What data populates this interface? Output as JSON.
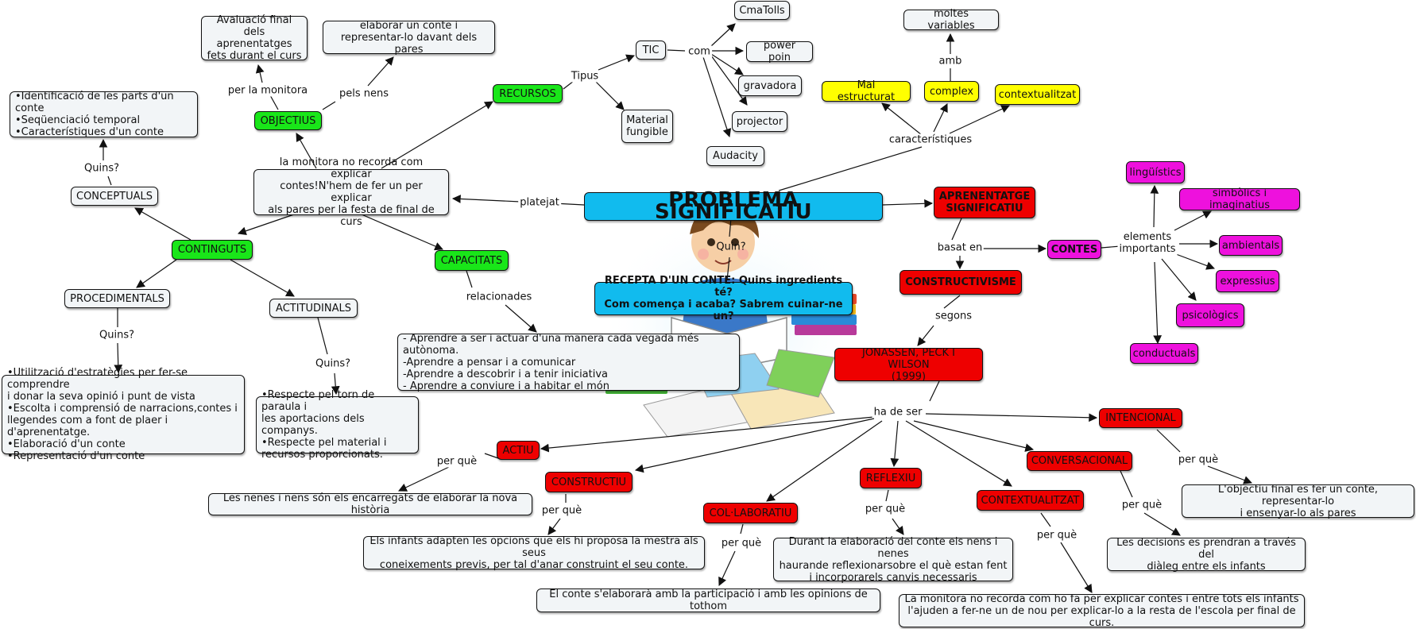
{
  "central": {
    "title": "PROBLEMA SIGNIFICATIU"
  },
  "top_left": {
    "situation": "la monitora no recorda com explicar\ncontes!N'hem de fer un per explicar\nals pares per la festa de final de curs",
    "link_platejat": "platejat",
    "objectius": {
      "label": "OBJECTIUS",
      "link_monitora": "per la monitora",
      "link_nens": "pels nens",
      "avaluacio": "Avaluació final dels\naprenentatges\nfets durant el curs",
      "elaborar": "elaborar un conte i\nrepresentar-lo davant dels pares"
    },
    "recursos": {
      "label": "RECURSOS",
      "link_tipus": "Tipus",
      "tic": "TIC",
      "link_com": "com",
      "tools": [
        "CmaTolls",
        "power poin",
        "gravadora",
        "projector",
        "Audacity"
      ],
      "material": "Material\nfungible"
    },
    "continguts": {
      "label": "CONTINGUTS",
      "conceptuals": "CONCEPTUALS",
      "procedimentals": "PROCEDIMENTALS",
      "actitudinals": "ACTITUDINALS",
      "link_quins": "Quins?",
      "conceptuals_list": "•Identificació de les parts d'un conte\n•Seqüenciació temporal\n•Característiques d'un conte",
      "procedimentals_list": "•Utilització d'estratègies per fer-se comprendre\ni donar la seva opinió i punt de vista\n•Escolta i comprensió de narracions,contes i\nllegendes com a font de plaer i d'aprenentatge.\n•Elaboració d'un conte\n•Representació d'un conte",
      "actitudinals_list": "•Respecte pel torn de paraula i\nles aportacions dels companys.\n•Respecte pel material i\nrecursos proporcionats."
    },
    "capacitats": {
      "label": "CAPACITATS",
      "link_relacionades": "relacionades",
      "list": "- Aprendre a ser i actuar d'una manera cada vegada més autònoma.\n-Aprendre a pensar i a comunicar\n-Aprendre a descobrir i a tenir iniciativa\n- Aprendre a conviure i a habitar el món"
    }
  },
  "recepta": {
    "link_quin": "Quin?",
    "text": "RECEPTA D'UN CONTE: Quins ingredients té?\nCom comença i acaba? Sabrem cuinar-ne un?"
  },
  "caracteristiques": {
    "label": "característiques",
    "link_amb": "amb",
    "items": [
      "Mal estructurat",
      "complex",
      "contextualitzat"
    ],
    "variables": "moltes variables"
  },
  "aprenentatge": {
    "label": "APRENENTATGE\nSIGNIFICATIU",
    "link_basat": "basat en",
    "constructivisme": "CONSTRUCTIVISME",
    "link_segons": "segons",
    "jonassen": "JONASSEN, PECK I WILSON\n(1999)",
    "link_ha_de_ser": "ha de ser"
  },
  "contes": {
    "label": "CONTES",
    "elements": "elements\nimportants",
    "items": [
      "lingüístics",
      "simbòlics i imaginatius",
      "ambientals",
      "expressius",
      "psicològics",
      "conductuals"
    ]
  },
  "qualitats": {
    "link_per_que": "per què",
    "actiu": "ACTIU",
    "actiu_desc": "Les nenes i nens són els encarregats de elaborar la nova història",
    "constructiu": "CONSTRUCTIU",
    "constructiu_desc": "Els infants adapten les opcions que els hi proposa la mestra als seus\nconeixements previs, per tal d'anar construint el seu conte.",
    "colaboratiu": "COL·LABORATIU",
    "colaboratiu_desc": "El conte s'elaborarà amb la participació i amb les opinions de tothom",
    "reflexiu": "REFLEXIU",
    "reflexiu_desc": "Durant la elaboració del conte els nens i nenes\nhaurande reflexionarsobre el què estan fent\ni incorporarels canvis necessaris",
    "contextualitzat": "CONTEXTUALITZAT",
    "contextualitzat_desc": "La monitora no recorda com ho fa per explicar contes i entre tots els infants\nl'ajuden a fer-ne un de nou per explicar-lo a la resta de l'escola per final de curs.",
    "conversacional": "CONVERSACIONAL",
    "conversacional_desc": "Les decisions es prendran a través del\ndiàleg entre els infants",
    "intencional": "INTENCIONAL",
    "intencional_desc": "L'objectiu final es fer un conte, representar-lo\ni ensenyar-lo als pares"
  }
}
